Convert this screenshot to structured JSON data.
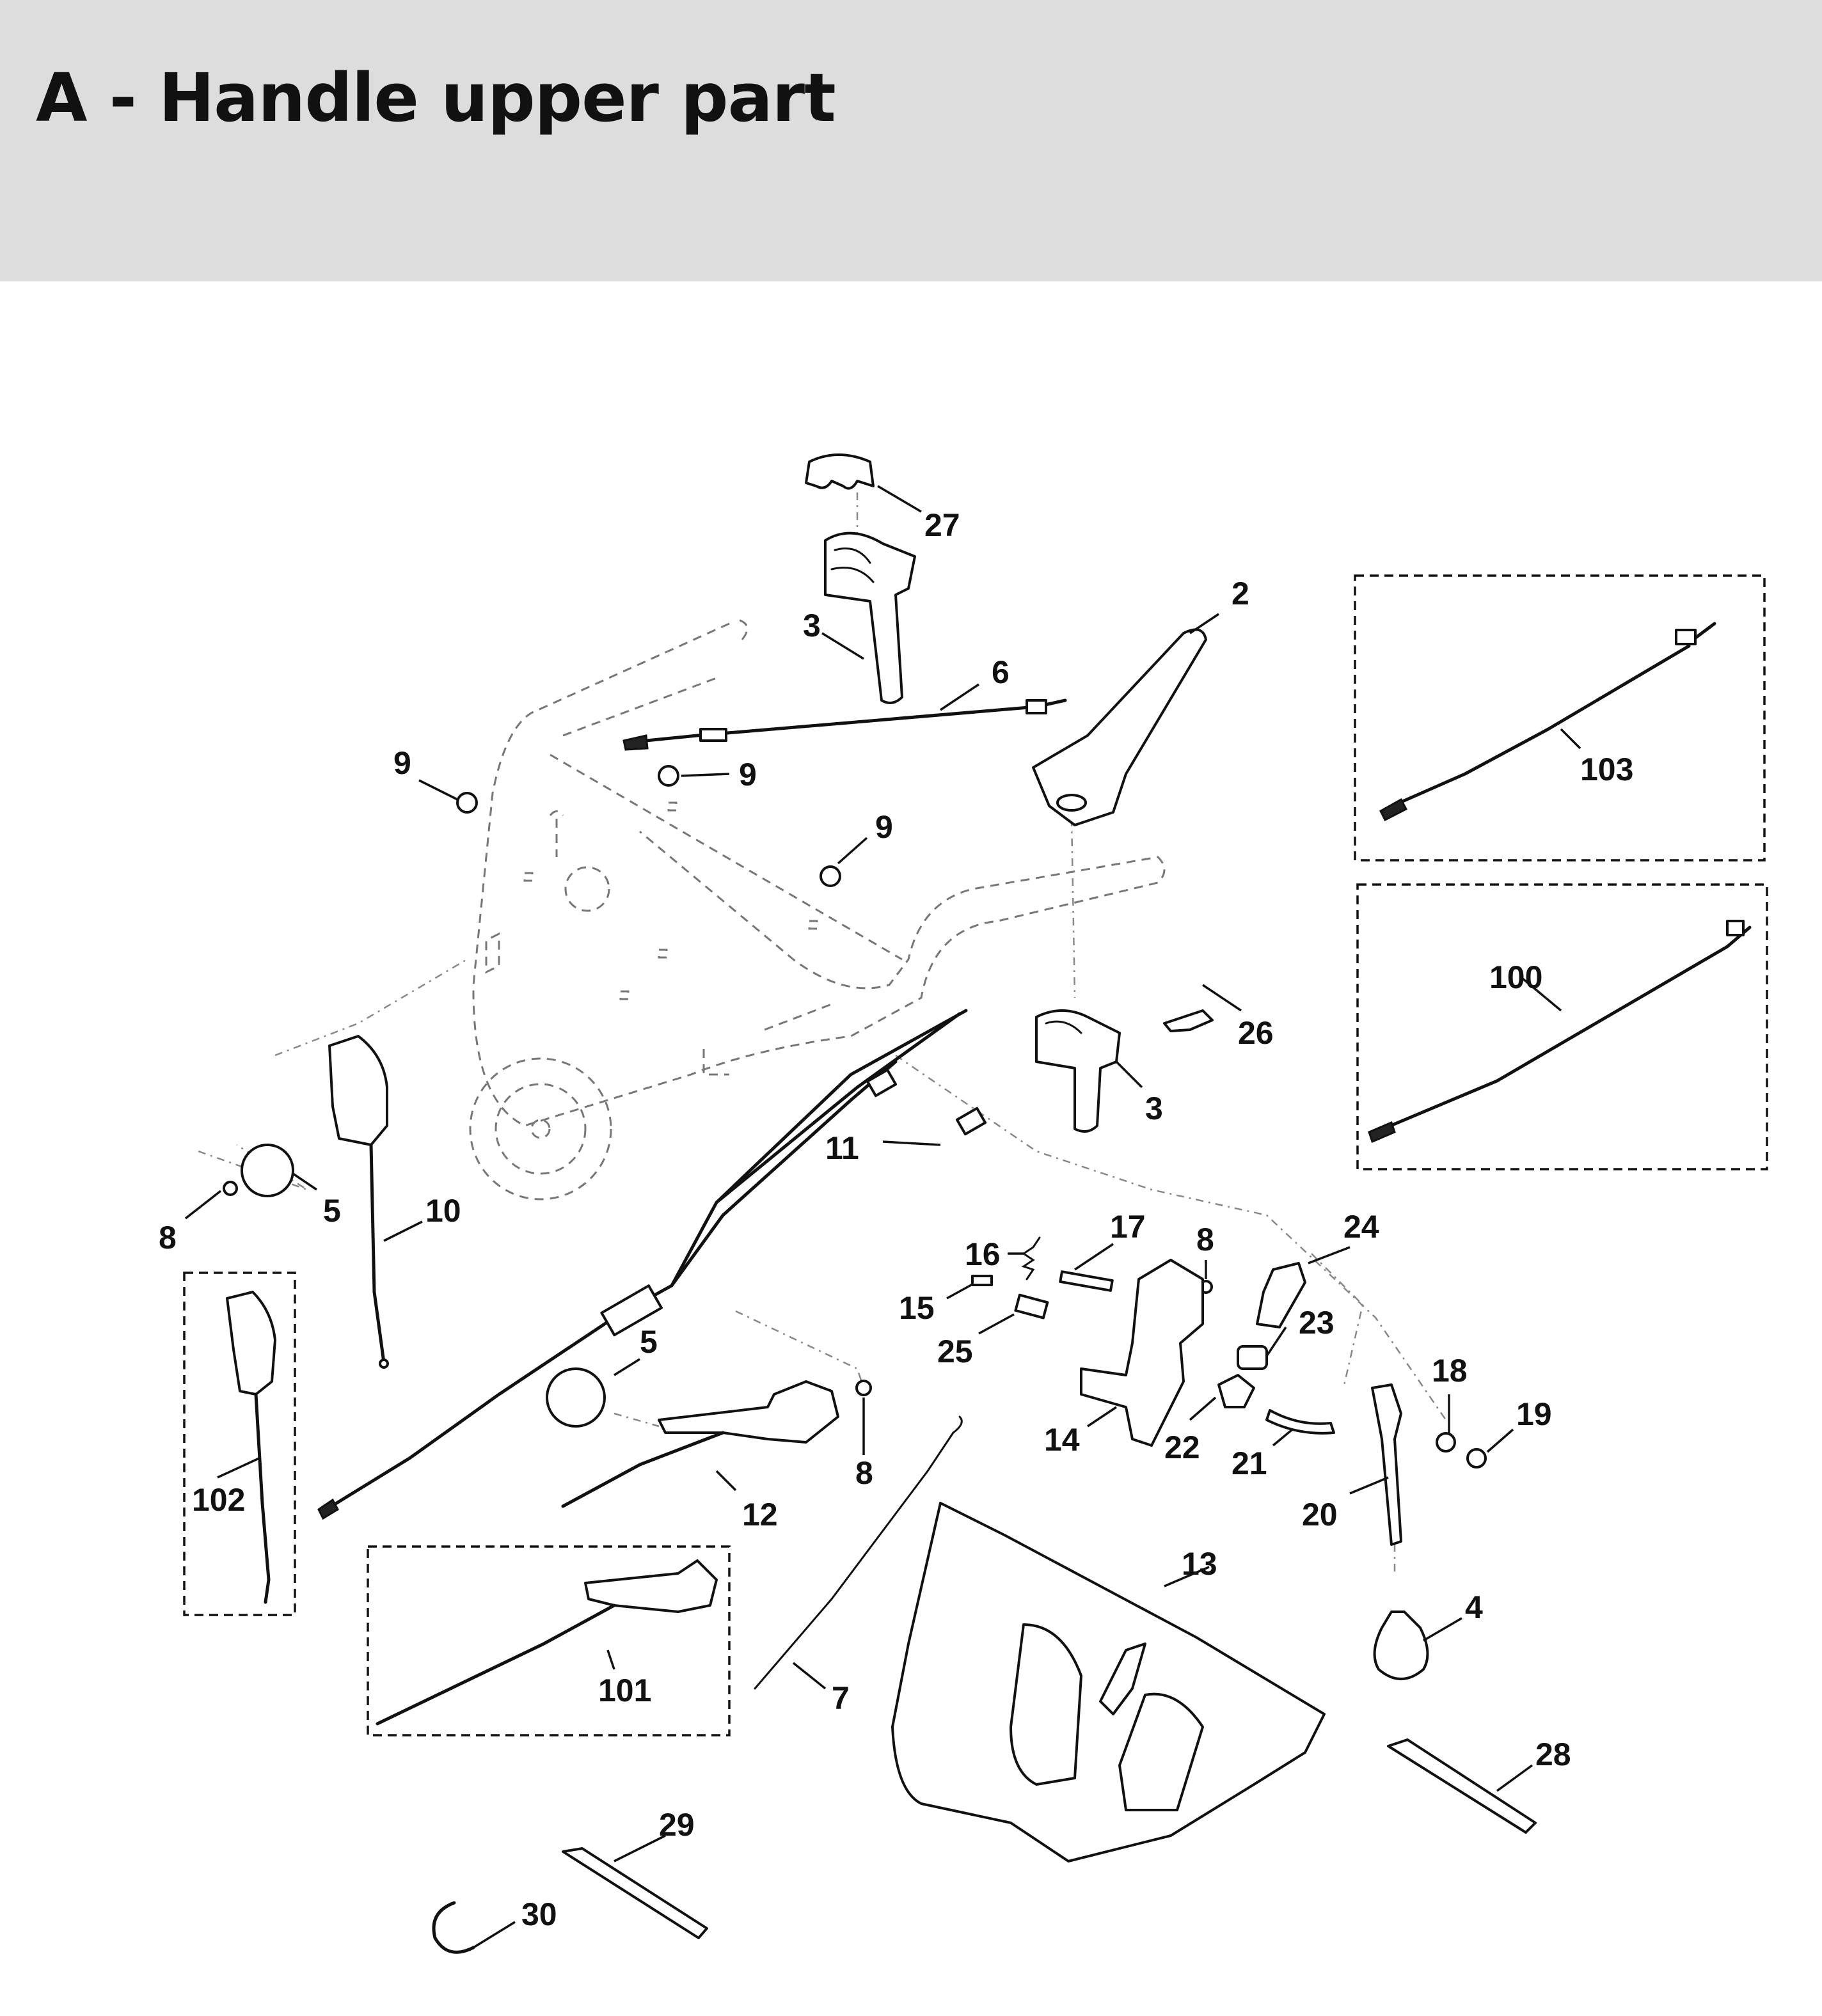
{
  "header": {
    "title": "A - Handle upper part"
  },
  "callouts": [
    {
      "id": "c27",
      "text": "27"
    },
    {
      "id": "c2",
      "text": "2"
    },
    {
      "id": "c3a",
      "text": "3"
    },
    {
      "id": "c6",
      "text": "6"
    },
    {
      "id": "c103",
      "text": "103"
    },
    {
      "id": "c9a",
      "text": "9"
    },
    {
      "id": "c9b",
      "text": "9"
    },
    {
      "id": "c9c",
      "text": "9"
    },
    {
      "id": "c100",
      "text": "100"
    },
    {
      "id": "c26",
      "text": "26"
    },
    {
      "id": "c3b",
      "text": "3"
    },
    {
      "id": "c11",
      "text": "11"
    },
    {
      "id": "c5a",
      "text": "5"
    },
    {
      "id": "c8a",
      "text": "8"
    },
    {
      "id": "c10",
      "text": "10"
    },
    {
      "id": "c17",
      "text": "17"
    },
    {
      "id": "c8b",
      "text": "8"
    },
    {
      "id": "c24",
      "text": "24"
    },
    {
      "id": "c16",
      "text": "16"
    },
    {
      "id": "c15",
      "text": "15"
    },
    {
      "id": "c23",
      "text": "23"
    },
    {
      "id": "c25",
      "text": "25"
    },
    {
      "id": "c5b",
      "text": "5"
    },
    {
      "id": "c18",
      "text": "18"
    },
    {
      "id": "c19",
      "text": "19"
    },
    {
      "id": "c14",
      "text": "14"
    },
    {
      "id": "c22",
      "text": "22"
    },
    {
      "id": "c21",
      "text": "21"
    },
    {
      "id": "c8c",
      "text": "8"
    },
    {
      "id": "c102",
      "text": "102"
    },
    {
      "id": "c12",
      "text": "12"
    },
    {
      "id": "c20",
      "text": "20"
    },
    {
      "id": "c13",
      "text": "13"
    },
    {
      "id": "c4",
      "text": "4"
    },
    {
      "id": "c101",
      "text": "101"
    },
    {
      "id": "c7",
      "text": "7"
    },
    {
      "id": "c28",
      "text": "28"
    },
    {
      "id": "c29",
      "text": "29"
    },
    {
      "id": "c30",
      "text": "30"
    }
  ]
}
